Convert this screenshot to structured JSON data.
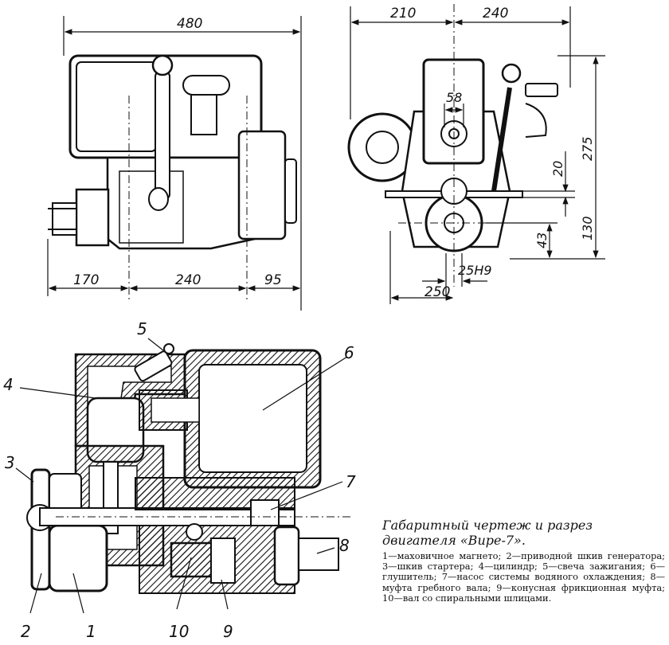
{
  "dimensions": {
    "side_width": "480",
    "front_left": "210",
    "front_right": "240",
    "bottom_a": "170",
    "bottom_b": "240",
    "bottom_c": "95",
    "d58": "58",
    "d275": "275",
    "d20": "20",
    "d130": "130",
    "d43": "43",
    "d25h9": "25Н9",
    "d250": "250"
  },
  "callouts": [
    "1",
    "2",
    "3",
    "4",
    "5",
    "6",
    "7",
    "8",
    "9",
    "10"
  ],
  "caption": {
    "title": "Габаритный чертеж и разрез двигателя «Вире-7».",
    "body": "1—маховичное магнето; 2—приводной шкив генератора; 3—шкив стартера; 4—цилиндр; 5—свеча зажигания; 6—глушитель; 7—насос системы водяного охлаждения; 8—муфта гребного вала; 9—конусная фрикционная муфта; 10—вал со спиральными шлицами."
  }
}
